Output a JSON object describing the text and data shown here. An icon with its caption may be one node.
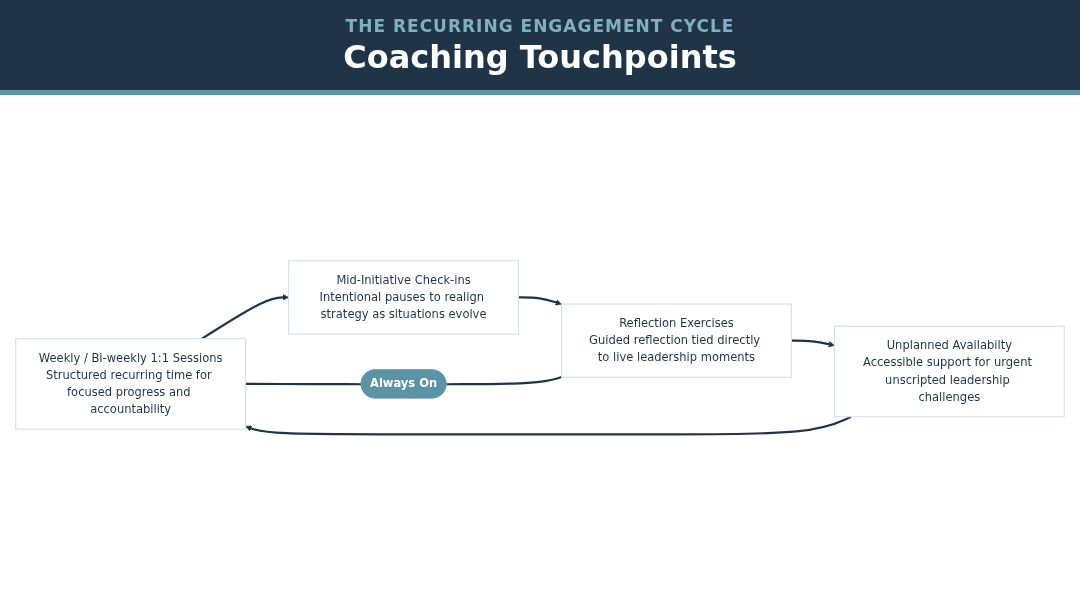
{
  "diagram": {
    "title": "Coaching Touchpoints",
    "labels": [
      "THE RECURRING ENGAGEMENT CYCLE"
    ],
    "nodes": [
      {
        "text": [
          "Weekly / Bi-weekly 1:1 Sessions",
          "Structured recurring time for focused progress and accountability"
        ]
      },
      {
        "text": [
          "Mid-Initiative Check-ins",
          "Intentional pauses to realign strategy as situations evolve"
        ]
      },
      {
        "text": [
          "Reflection Exercises",
          "Guided reflection tied directly to live leadership moments"
        ]
      },
      {
        "text": [
          "Unplanned Availabilty",
          "Accessible support for urgent unscripted leadership challenges"
        ]
      },
      {
        "text": [
          "Always On"
        ]
      }
    ],
    "edges": [
      {
        "from": 3,
        "to": 0,
        "arrow": "to"
      },
      {
        "from": 0,
        "to": 1,
        "arrow": "to"
      },
      {
        "from": 1,
        "to": 2,
        "arrow": "to"
      },
      {
        "from": 2,
        "to": 3,
        "arrow": "to"
      },
      {
        "from": 0,
        "to": 4,
        "arrow": "none"
      },
      {
        "from": 4,
        "to": 2,
        "arrow": "none"
      }
    ]
  }
}
